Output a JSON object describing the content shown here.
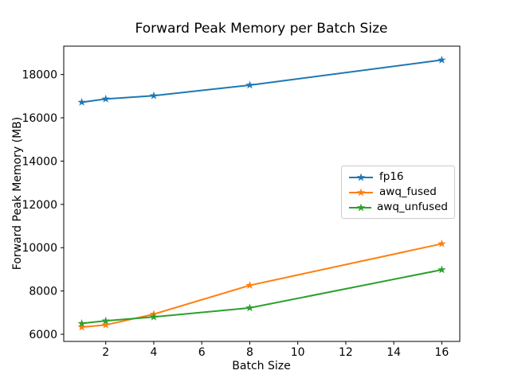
{
  "chart_data": {
    "type": "line",
    "title": "Forward Peak Memory per Batch Size",
    "xlabel": "Batch Size",
    "ylabel": "Forward Peak Memory (MB)",
    "x": [
      1,
      2,
      4,
      8,
      16
    ],
    "series": [
      {
        "name": "fp16",
        "color": "#1f77b4",
        "values": [
          16720,
          16870,
          17020,
          17510,
          18670
        ]
      },
      {
        "name": "awq_fused",
        "color": "#ff7f0e",
        "values": [
          6330,
          6430,
          6930,
          8260,
          10180
        ]
      },
      {
        "name": "awq_unfused",
        "color": "#2ca02c",
        "values": [
          6500,
          6620,
          6800,
          7220,
          8980
        ]
      }
    ],
    "xticks": [
      2,
      4,
      6,
      8,
      10,
      12,
      14,
      16
    ],
    "yticks": [
      6000,
      8000,
      10000,
      12000,
      14000,
      16000,
      18000
    ],
    "xlim": [
      0.25,
      16.75
    ],
    "ylim": [
      5670,
      19310
    ],
    "marker": "star",
    "grid": false,
    "legend": {
      "entries": [
        "fp16",
        "awq_fused",
        "awq_unfused"
      ],
      "position": "center-right"
    }
  },
  "colors": {
    "background": "#ffffff",
    "spine": "#000000",
    "text": "#000000",
    "legend_border": "#cccccc"
  }
}
